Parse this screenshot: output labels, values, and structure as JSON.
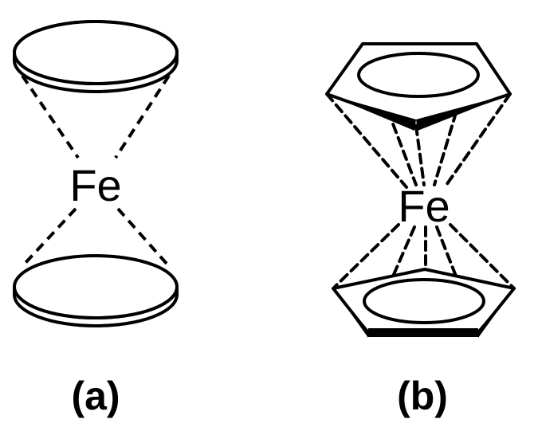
{
  "colors": {
    "stroke": "#000000",
    "background": "#ffffff"
  },
  "structure_a": {
    "atom": "Fe",
    "caption": "(a)",
    "ring_style": "disc"
  },
  "structure_b": {
    "atom": "Fe",
    "caption": "(b)",
    "ring_style": "pentagon"
  }
}
